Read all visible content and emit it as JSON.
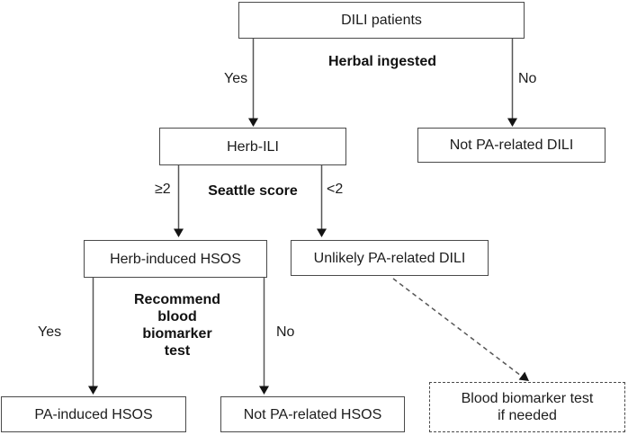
{
  "nodes": {
    "dili_patients": {
      "label": "DILI patients"
    },
    "herb_ili": {
      "label": "Herb-ILI"
    },
    "not_pa_related_dili": {
      "label": "Not PA-related DILI"
    },
    "herb_induced_hsos": {
      "label": "Herb-induced HSOS"
    },
    "unlikely_pa_related_dili": {
      "label": "Unlikely PA-related DILI"
    },
    "pa_induced_hsos": {
      "label": "PA-induced HSOS"
    },
    "not_pa_related_hsos": {
      "label": "Not PA-related HSOS"
    },
    "blood_biomarker_test": {
      "style": "dashed",
      "lines": [
        "Blood biomarker test",
        "if needed"
      ]
    }
  },
  "decision_labels": {
    "herbal_ingested": "Herbal ingested",
    "seattle_score": "Seattle score",
    "recommend_blood_biomarker_test": "Recommend blood biomarker test"
  },
  "edge_labels": {
    "herbal_yes": "Yes",
    "herbal_no": "No",
    "seattle_ge2": "≥2",
    "seattle_lt2": "<2",
    "biomarker_yes": "Yes",
    "biomarker_no": "No"
  },
  "colors": {
    "background": "#ffffff",
    "box_border": "#4a4a4a",
    "line": "#565656",
    "arrowhead": "#141414",
    "text": "#1c1c1c"
  }
}
